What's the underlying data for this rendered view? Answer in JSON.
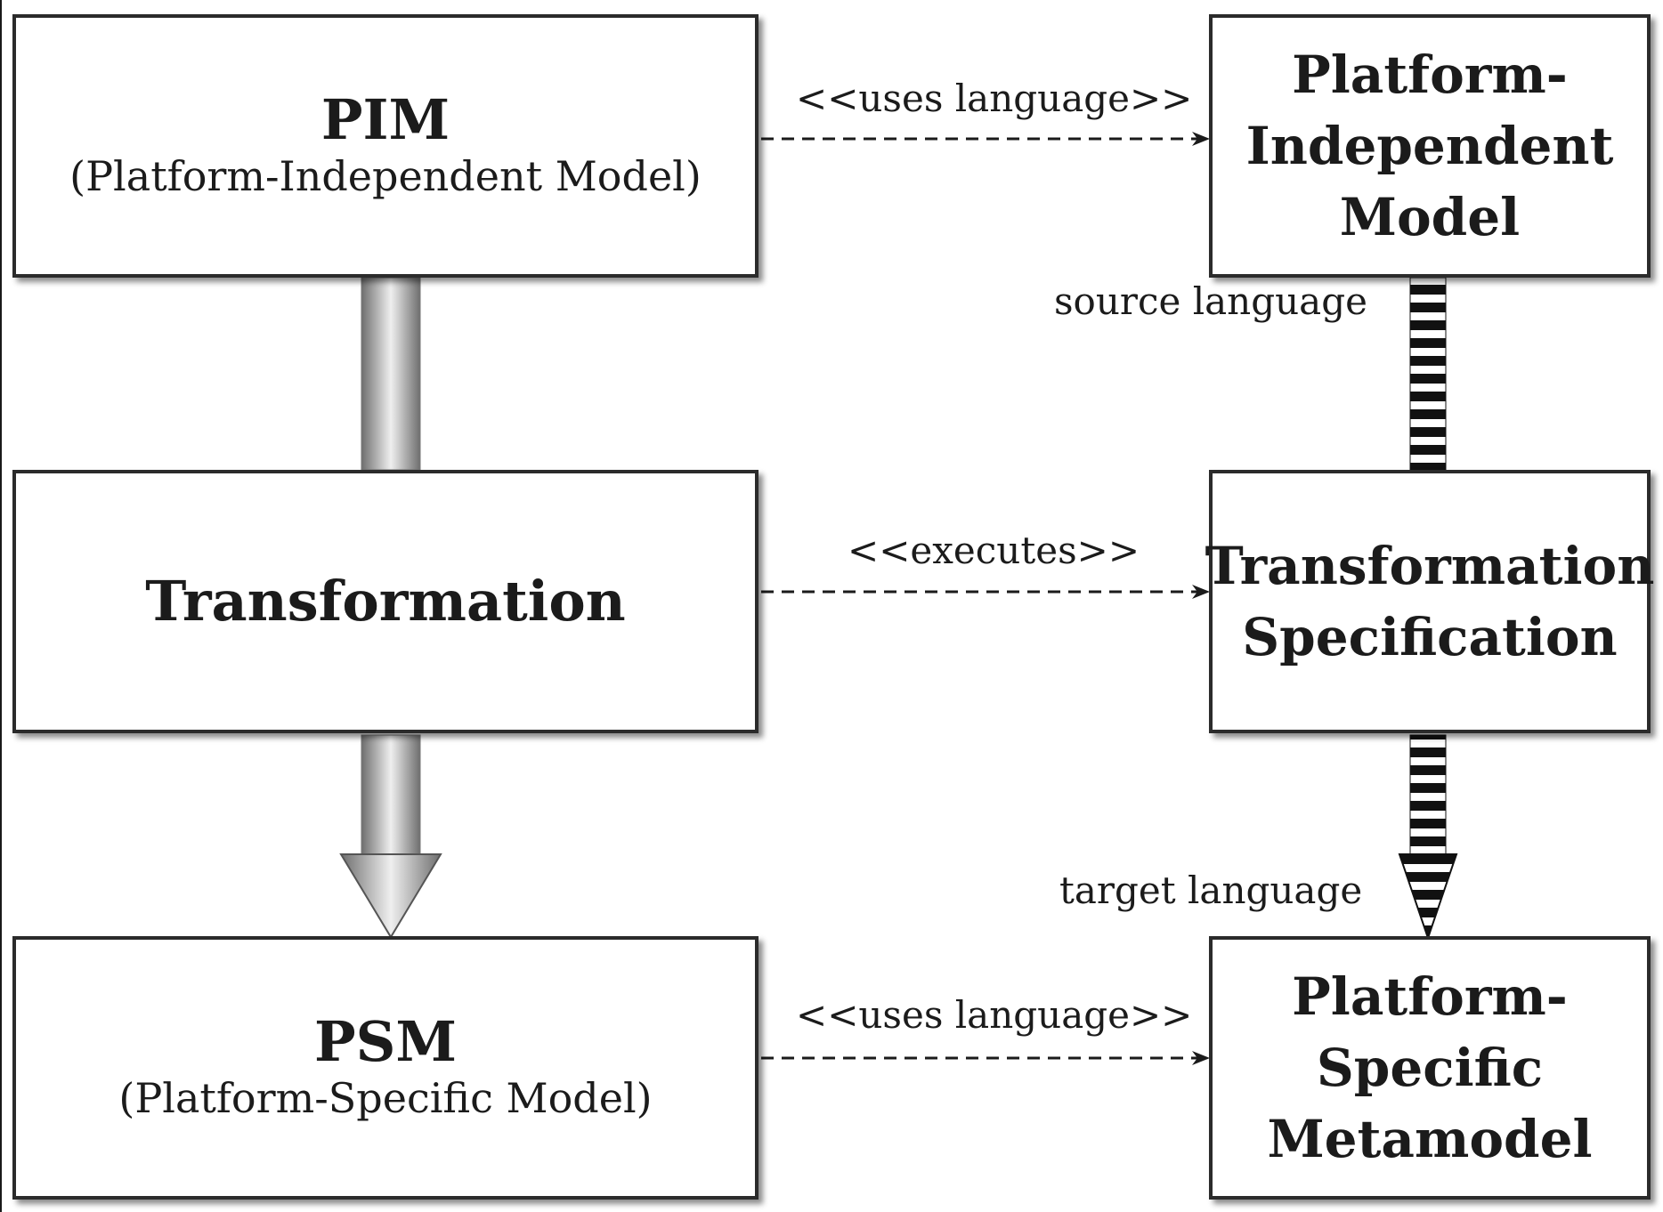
{
  "left_column": {
    "pim": {
      "title": "PIM",
      "subtitle": "(Platform-Independent Model)"
    },
    "transformation": {
      "title": "Transformation"
    },
    "psm": {
      "title": "PSM",
      "subtitle": "(Platform-Specific Model)"
    }
  },
  "right_column": {
    "pi_model": {
      "title": "Platform-\nIndependent\nModel"
    },
    "transformation_spec": {
      "title": "Transformation\nSpecification"
    },
    "ps_metamodel": {
      "title": "Platform-\nSpecific\nMetamodel"
    }
  },
  "edges": {
    "pim_uses": "<<uses language>>",
    "transformation_executes": "<<executes>>",
    "psm_uses": "<<uses language>>",
    "source": "source language",
    "target": "target language"
  },
  "colors": {
    "box_border": "#2b2b2b",
    "text": "#1b1b1b",
    "shaft_dark": "#6e6e6e",
    "shaft_light": "#efefef",
    "stripe_black": "#111111"
  }
}
